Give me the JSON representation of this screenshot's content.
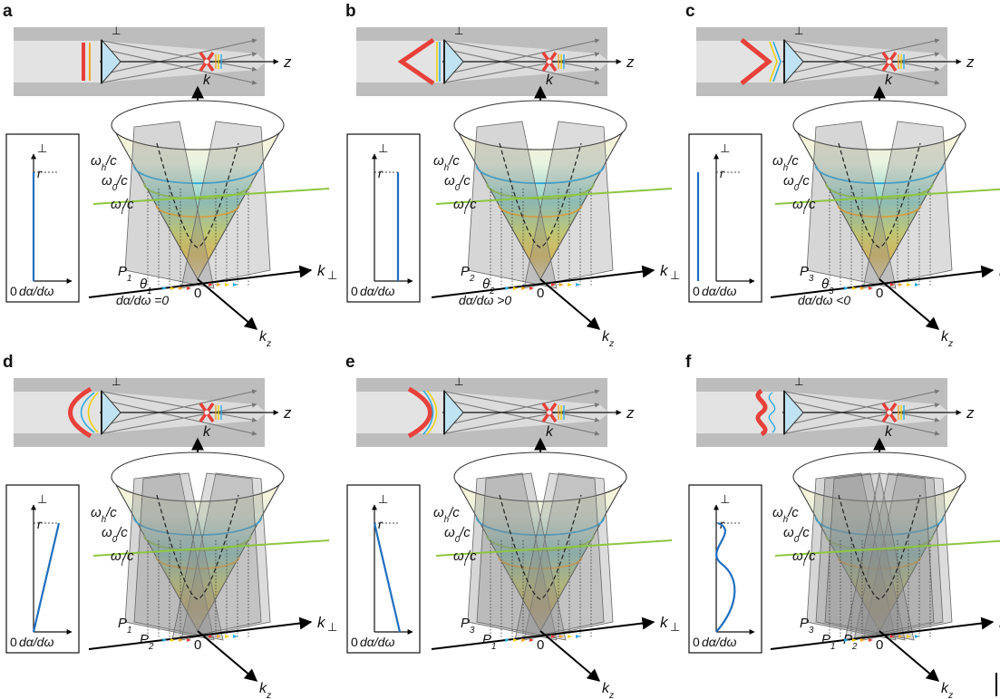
{
  "labels": {
    "perp": "⊥",
    "z": "z",
    "k": "k",
    "kperp": "k⊥",
    "kz": "kz",
    "wh": "ωh/c",
    "w0": "ω0/c",
    "wl": "ωl/c",
    "zero": "0",
    "r": "r",
    "dadw": "dα/dω"
  },
  "panels": [
    {
      "id": "a",
      "letter": "a",
      "profile": "flat",
      "slope": 0,
      "planeTags": [
        "P1",
        "θ1"
      ],
      "note": "dα/dω =0"
    },
    {
      "id": "b",
      "letter": "b",
      "profile": "v-open",
      "slope": 0.12,
      "planeTags": [
        "P2",
        "θ2"
      ],
      "note": "dα/dω >0"
    },
    {
      "id": "c",
      "letter": "c",
      "profile": "v-closed",
      "slope": -0.12,
      "planeTags": [
        "P3",
        "θ3"
      ],
      "note": "dα/dω <0"
    },
    {
      "id": "d",
      "letter": "d",
      "profile": "arc-open",
      "slope": 0.3,
      "planeTags": [
        "P1",
        "P2"
      ],
      "note": ""
    },
    {
      "id": "e",
      "letter": "e",
      "profile": "arc-closed",
      "slope": -0.2,
      "planeTags": [
        "P3",
        "P1"
      ],
      "note": ""
    },
    {
      "id": "f",
      "letter": "f",
      "profile": "wavy",
      "slope": "s-curve",
      "planeTags": [
        "P3",
        "P1",
        "P2"
      ],
      "note": ""
    }
  ],
  "colors": {
    "beamBg": "#bdbdbd",
    "beamInner": "#e3e3e3",
    "front": "#e8403a",
    "orange": "#f5a623",
    "yellow": "#f0d000",
    "cyan": "#28a8e0",
    "green": "#8dc63f",
    "axicon": "#bfe3f2",
    "cone": "#fbe7b8",
    "plane": "#8a8a8a",
    "profile": "#1f6fbf"
  }
}
